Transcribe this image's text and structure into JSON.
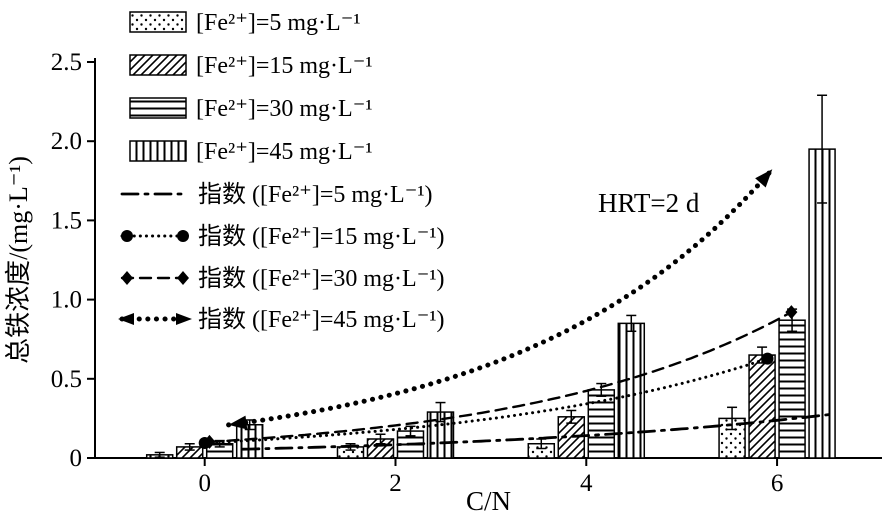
{
  "chart_data": {
    "type": "bar",
    "title": "",
    "xlabel": "C/N",
    "ylabel": "总铁浓度/(mg·L⁻¹)",
    "annotation": "HRT=2 d",
    "xlim": [
      -1.15,
      7.1
    ],
    "ylim": [
      0,
      2.5
    ],
    "grid": false,
    "legend_position": "top-left",
    "colors": {
      "foreground": "#000000",
      "background": "#ffffff"
    },
    "categories": [
      0,
      2,
      4,
      6
    ],
    "x_ticks": [
      {
        "v": 0,
        "label": "0"
      },
      {
        "v": 2,
        "label": "2"
      },
      {
        "v": 4,
        "label": "4"
      },
      {
        "v": 6,
        "label": "6"
      }
    ],
    "y_ticks": [
      {
        "v": 0,
        "label": "0"
      },
      {
        "v": 0.5,
        "label": "0.5"
      },
      {
        "v": 1,
        "label": "1.0"
      },
      {
        "v": 1.5,
        "label": "1.5"
      },
      {
        "v": 2,
        "label": "2.0"
      },
      {
        "v": 2.5,
        "label": "2.5"
      }
    ],
    "series": [
      {
        "name": "[Fe²⁺]=5 mg·L⁻¹",
        "pattern": "dots",
        "values": [
          0.02,
          0.07,
          0.09,
          0.25
        ],
        "errors": [
          0.015,
          0.02,
          0.03,
          0.07
        ]
      },
      {
        "name": "[Fe²⁺]=15 mg·L⁻¹",
        "pattern": "diagonal",
        "values": [
          0.07,
          0.12,
          0.26,
          0.65
        ],
        "errors": [
          0.02,
          0.03,
          0.04,
          0.05
        ]
      },
      {
        "name": "[Fe²⁺]=30 mg·L⁻¹",
        "pattern": "horizontal",
        "values": [
          0.09,
          0.17,
          0.43,
          0.87
        ],
        "errors": [
          0.02,
          0.03,
          0.04,
          0.07
        ]
      },
      {
        "name": "[Fe²⁺]=45 mg·L⁻¹",
        "pattern": "vertical",
        "values": [
          0.21,
          0.29,
          0.85,
          1.95
        ],
        "errors": [
          0.03,
          0.06,
          0.05,
          0.34
        ]
      }
    ],
    "fit_curves": [
      {
        "name": "指数 ([Fe²⁺]=5 mg·L⁻¹)",
        "model": "y=a·exp(b·x)",
        "a": 0.05,
        "b": 0.26,
        "x_start": 0.4,
        "x_end": 6.55,
        "style": "dashdot",
        "marker": "none"
      },
      {
        "name": "指数 ([Fe²⁺]=15 mg·L⁻¹)",
        "model": "y=a·exp(b·x)",
        "a": 0.095,
        "b": 0.32,
        "x_start": 0.0,
        "x_end": 5.9,
        "style": "dotted",
        "marker": "circle"
      },
      {
        "name": "指数 ([Fe²⁺]=30 mg·L⁻¹)",
        "model": "y=a·exp(b·x)",
        "a": 0.1,
        "b": 0.361,
        "x_start": 0.05,
        "x_end": 6.15,
        "style": "dashed",
        "marker": "diamond"
      },
      {
        "name": "指数 ([Fe²⁺]=45 mg·L⁻¹)",
        "model": "y=a·exp(b·x)",
        "a": 0.19,
        "b": 0.38,
        "x_start": 0.25,
        "x_end": 5.95,
        "style": "bold-dotted",
        "marker": "arrow"
      }
    ]
  }
}
